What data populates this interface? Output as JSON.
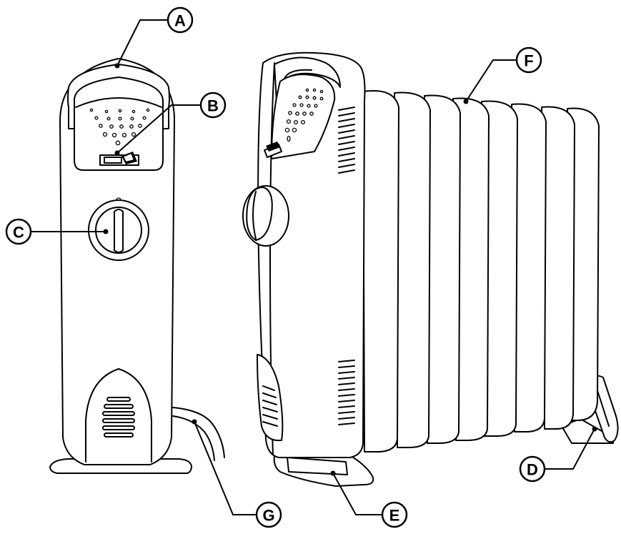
{
  "callouts": {
    "a": "A",
    "b": "B",
    "c": "C",
    "d": "D",
    "e": "E",
    "f": "F",
    "g": "G"
  },
  "colors": {
    "ink": "#000000",
    "paper": "#ffffff"
  }
}
